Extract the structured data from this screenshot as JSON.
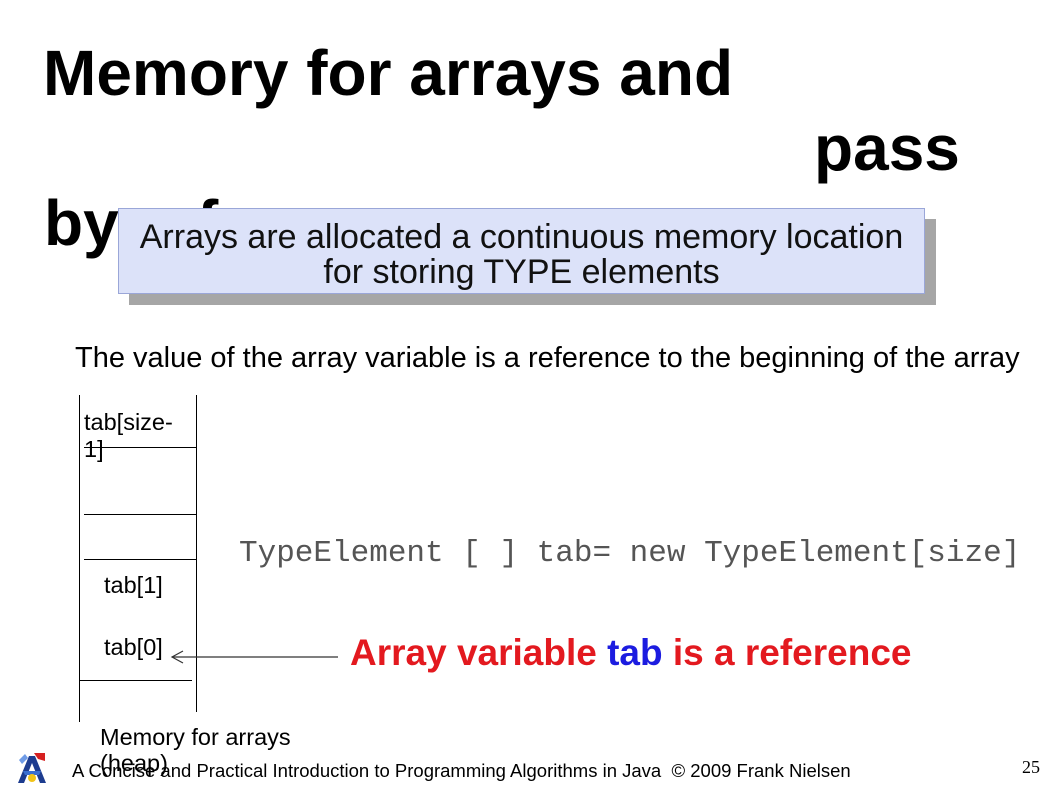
{
  "slide": {
    "title": {
      "lines": [
        "Memory for arrays and",
        "pass",
        "by reference"
      ]
    },
    "callout": {
      "lines": [
        "Arrays are allocated a continuous memory location",
        "for storing TYPE elements"
      ]
    },
    "description": "The value of the array variable is a reference to the beginning of the array",
    "code_snippet": "TypeElement [ ] tab= new TypeElement[size]",
    "reference_note": {
      "before": "Array variable",
      "variable": "tab",
      "after": "is a reference"
    },
    "memory_diagram": {
      "top_cell_label_lines": [
        "tab[size-",
        "1]"
      ],
      "cell_labels": [
        "tab[1]",
        "tab[0]"
      ],
      "caption_lines": [
        "Memory for arrays",
        "(heap)"
      ],
      "arrow_icon": "arrow-left-icon"
    },
    "footer": {
      "text": "A Concise and Practical Introduction to Programming Algorithms in Java  © 2009 Frank Nielsen",
      "page_number": "25",
      "logo_icon": "institution-logo-icon"
    }
  },
  "colors": {
    "title": "#000000",
    "callout_fill": "#dce2f9",
    "callout_border": "#9aa6d8",
    "callout_shadow": "#a6a6a6",
    "code_text": "#555555",
    "reference_note_red": "#e3191f",
    "reference_variable_blue": "#1c1ce0"
  }
}
